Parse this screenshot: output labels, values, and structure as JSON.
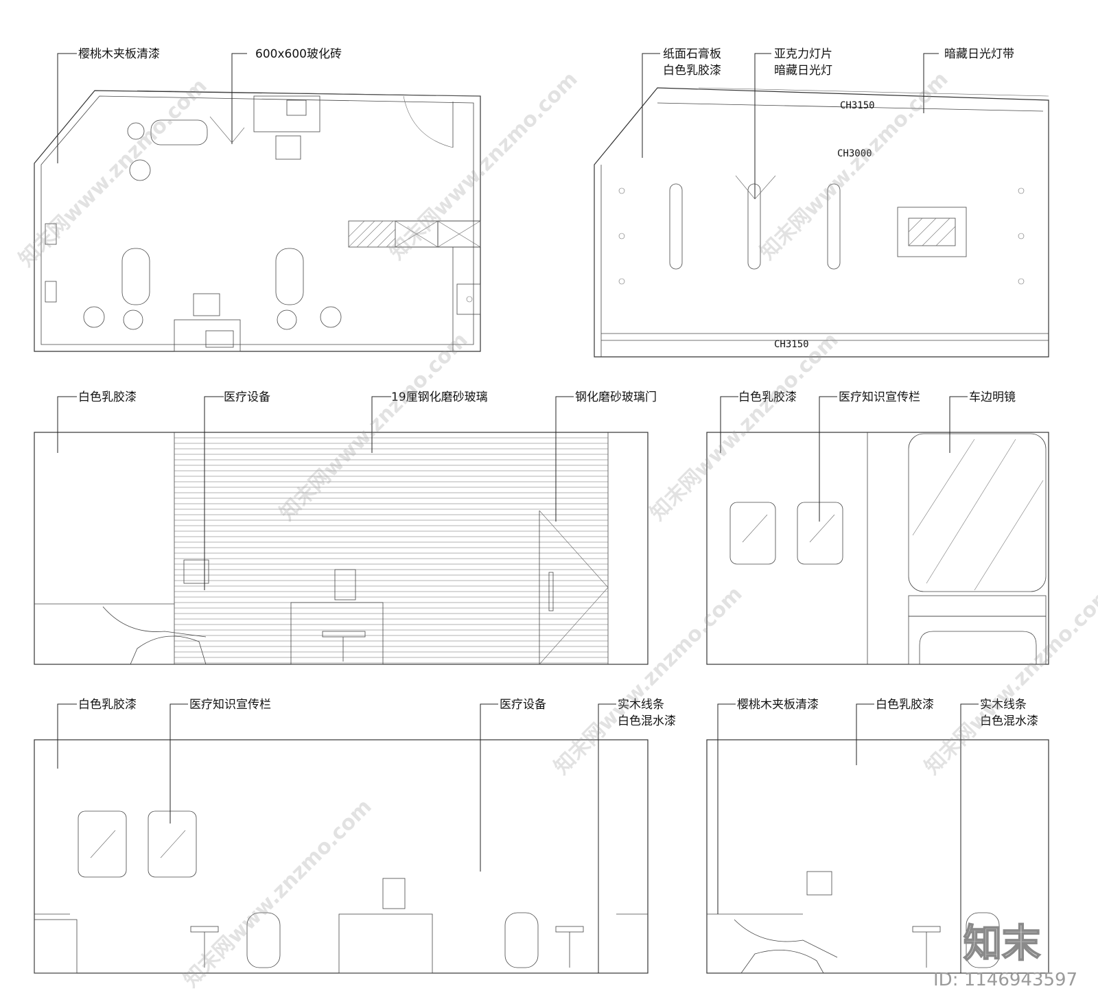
{
  "plan_labels": {
    "cherry_veneer": "樱桃木夹板清漆",
    "tile": "600x600玻化砖"
  },
  "ceiling_labels": {
    "gypsum_line1": "纸面石膏板",
    "gypsum_line2": "白色乳胶漆",
    "acrylic_line1": "亚克力灯片",
    "acrylic_line2": "暗藏日光灯",
    "strip": "暗藏日光灯带",
    "ch_top": "CH3150",
    "ch_mid": "CH3000",
    "ch_bottom": "CH3150"
  },
  "elev_a_labels": {
    "latex": "白色乳胶漆",
    "equipment": "医疗设备",
    "glass": "19厘钢化磨砂玻璃",
    "glass_door": "钢化磨砂玻璃门"
  },
  "elev_b_labels": {
    "latex": "白色乳胶漆",
    "board": "医疗知识宣传栏",
    "mirror": "车边明镜"
  },
  "elev_c_labels": {
    "latex": "白色乳胶漆",
    "board": "医疗知识宣传栏",
    "equipment": "医疗设备",
    "wood_line1": "实木线条",
    "wood_line2": "白色混水漆"
  },
  "elev_d_labels": {
    "cherry": "樱桃木夹板清漆",
    "latex": "白色乳胶漆",
    "wood_line1": "实木线条",
    "wood_line2": "白色混水漆"
  },
  "watermark": {
    "text": "知末网www.znzmo.com",
    "logo": "知末",
    "id": "ID: 1146943597"
  }
}
